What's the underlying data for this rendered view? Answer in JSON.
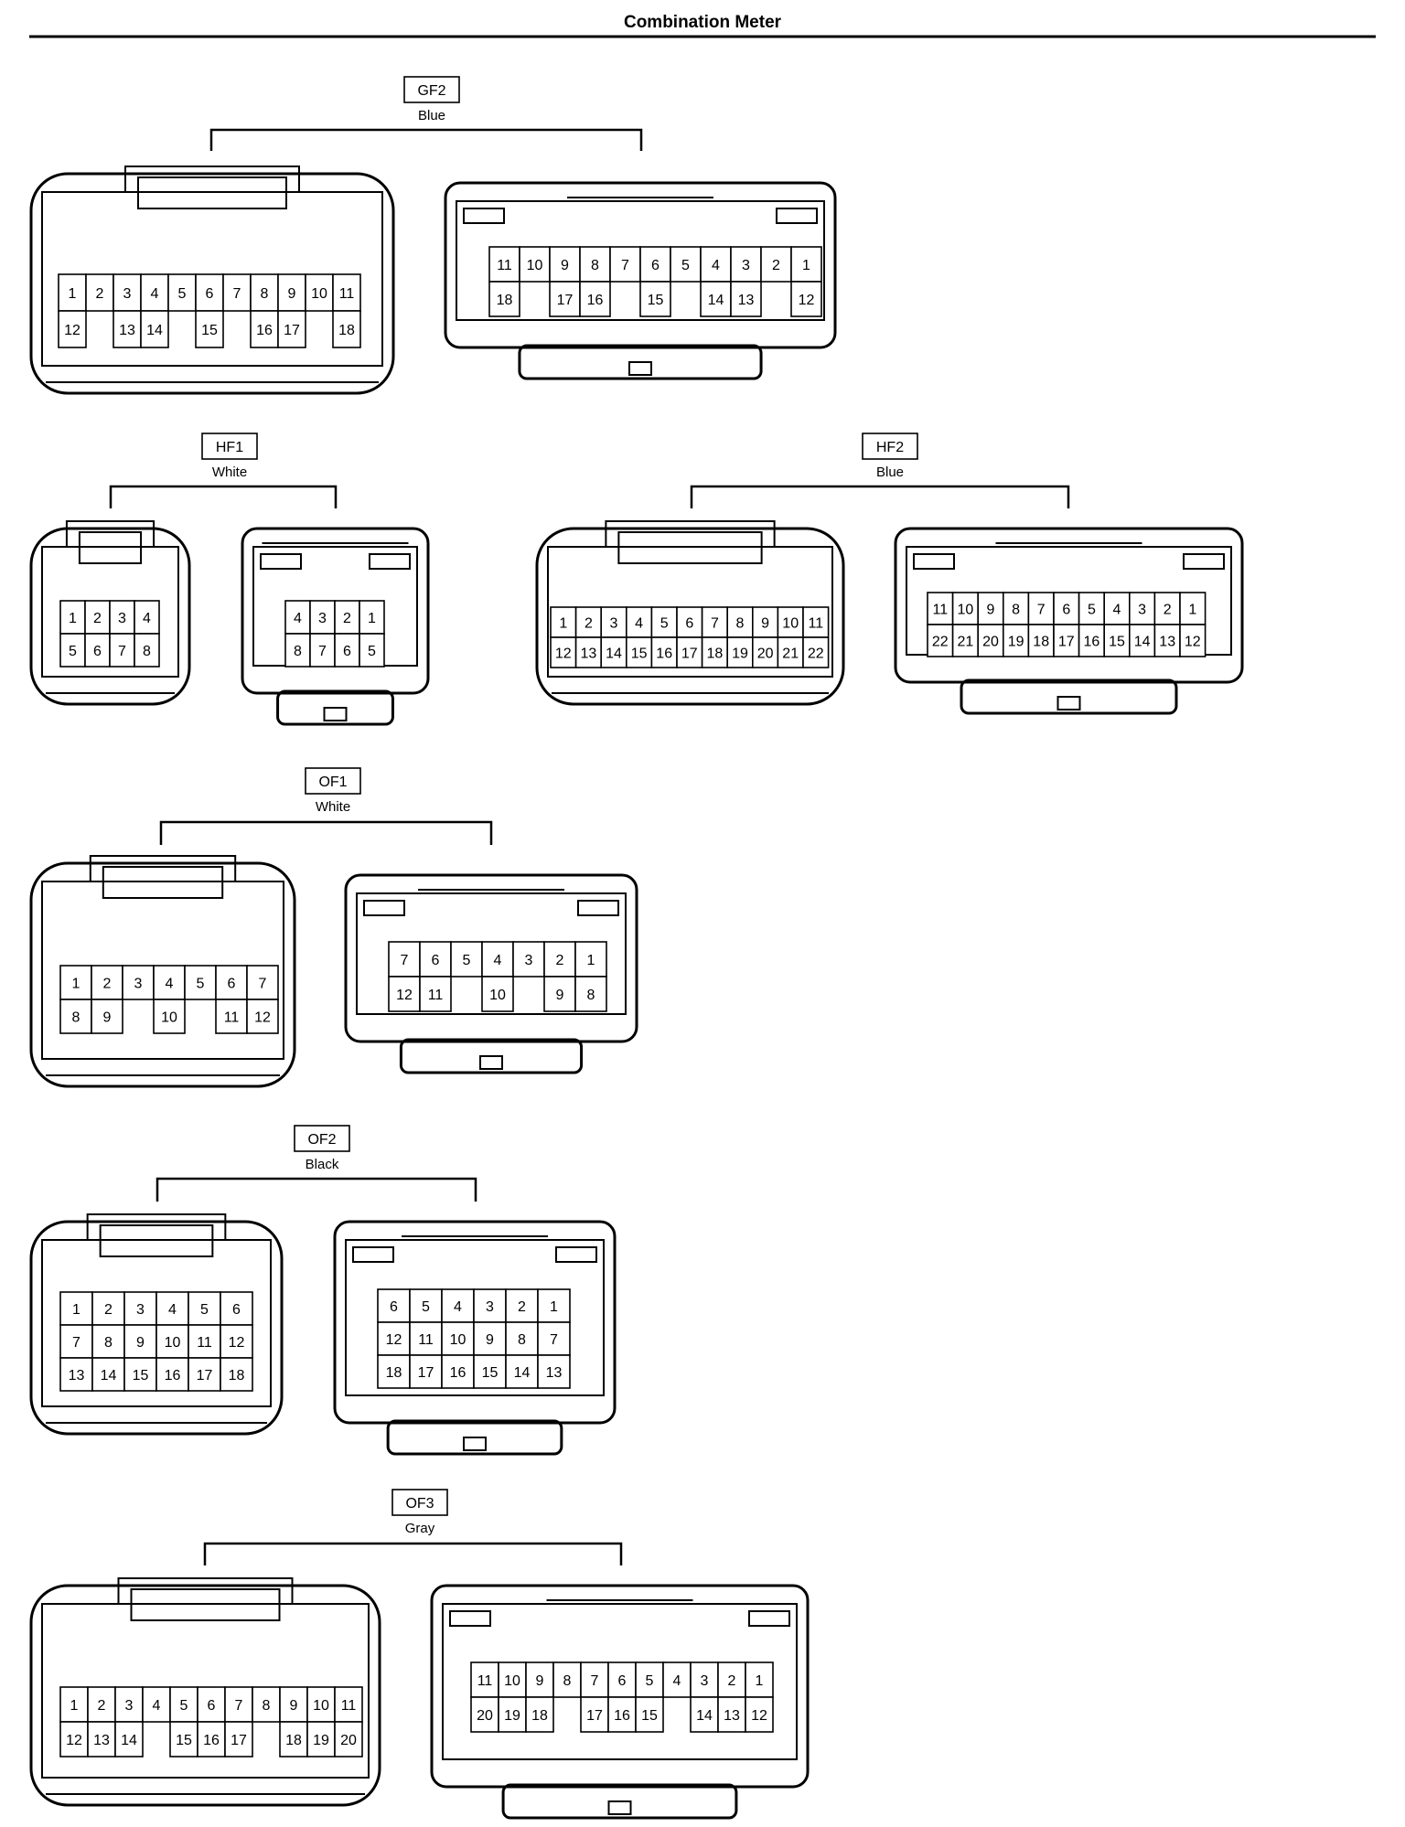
{
  "title": "Combination Meter",
  "connectors": [
    {
      "id": "GF2",
      "color": "Blue",
      "views": [
        {
          "rows": [
            [
              [
                "1"
              ],
              [
                "2"
              ],
              [
                "3",
                "13"
              ],
              [
                "4",
                "14"
              ],
              [
                "5"
              ],
              [
                "6",
                "15"
              ],
              [
                "7"
              ],
              [
                "8",
                "16"
              ],
              [
                "9",
                "17"
              ],
              [
                "10"
              ],
              [
                "11",
                "18"
              ]
            ],
            [
              [
                "12"
              ]
            ]
          ]
        },
        {
          "rows": [
            [
              [
                "11",
                "18"
              ],
              [
                "10"
              ],
              [
                "9",
                "17"
              ],
              [
                "8",
                "16"
              ],
              [
                "7"
              ],
              [
                "6",
                "15"
              ],
              [
                "5"
              ],
              [
                "4",
                "14"
              ],
              [
                "3",
                "13"
              ],
              [
                "2"
              ],
              [
                "1",
                "12"
              ]
            ]
          ]
        }
      ]
    },
    {
      "id": "HF1",
      "color": "White",
      "views": [
        {
          "grid": [
            [
              "1",
              "2",
              "3",
              "4"
            ],
            [
              "5",
              "6",
              "7",
              "8"
            ]
          ]
        },
        {
          "grid": [
            [
              "4",
              "3",
              "2",
              "1"
            ],
            [
              "8",
              "7",
              "6",
              "5"
            ]
          ]
        }
      ]
    },
    {
      "id": "HF2",
      "color": "Blue",
      "views": [
        {
          "grid": [
            [
              "1",
              "2",
              "3",
              "4",
              "5",
              "6",
              "7",
              "8",
              "9",
              "10",
              "11"
            ],
            [
              "12",
              "13",
              "14",
              "15",
              "16",
              "17",
              "18",
              "19",
              "20",
              "21",
              "22"
            ]
          ]
        },
        {
          "grid": [
            [
              "11",
              "10",
              "9",
              "8",
              "7",
              "6",
              "5",
              "4",
              "3",
              "2",
              "1"
            ],
            [
              "22",
              "21",
              "20",
              "19",
              "18",
              "17",
              "16",
              "15",
              "14",
              "13",
              "12"
            ]
          ]
        }
      ]
    },
    {
      "id": "OF1",
      "color": "White",
      "views": [
        {
          "grid": [
            [
              "1",
              "2",
              "3",
              "4",
              "5",
              "6",
              "7"
            ],
            [
              "8",
              "9",
              "",
              "10",
              "",
              "11",
              "12"
            ]
          ]
        },
        {
          "grid": [
            [
              "7",
              "6",
              "5",
              "4",
              "3",
              "2",
              "1"
            ],
            [
              "12",
              "11",
              "",
              "10",
              "",
              "9",
              "8"
            ]
          ]
        }
      ]
    },
    {
      "id": "OF2",
      "color": "Black",
      "views": [
        {
          "grid": [
            [
              "1",
              "2",
              "3",
              "4",
              "5",
              "6"
            ],
            [
              "7",
              "8",
              "9",
              "10",
              "11",
              "12"
            ],
            [
              "13",
              "14",
              "15",
              "16",
              "17",
              "18"
            ]
          ]
        },
        {
          "grid": [
            [
              "6",
              "5",
              "4",
              "3",
              "2",
              "1"
            ],
            [
              "12",
              "11",
              "10",
              "9",
              "8",
              "7"
            ],
            [
              "18",
              "17",
              "16",
              "15",
              "14",
              "13"
            ]
          ]
        }
      ]
    },
    {
      "id": "OF3",
      "color": "Gray",
      "views": [
        {
          "grid": [
            [
              "1",
              "2",
              "3",
              "4",
              "5",
              "6",
              "7",
              "8",
              "9",
              "10",
              "11"
            ],
            [
              "12",
              "13",
              "14",
              "",
              "15",
              "16",
              "17",
              "",
              "18",
              "19",
              "20"
            ]
          ]
        },
        {
          "grid": [
            [
              "11",
              "10",
              "9",
              "8",
              "7",
              "6",
              "5",
              "4",
              "3",
              "2",
              "1"
            ],
            [
              "20",
              "19",
              "18",
              "",
              "17",
              "16",
              "15",
              "",
              "14",
              "13",
              "12"
            ]
          ]
        }
      ]
    }
  ]
}
